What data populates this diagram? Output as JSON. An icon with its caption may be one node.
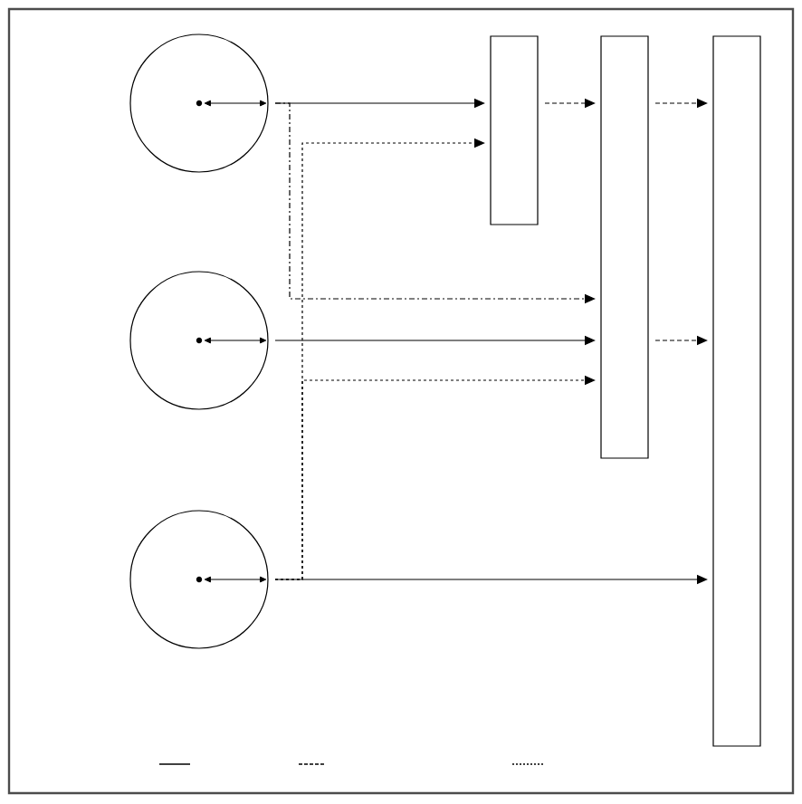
{
  "diagram": {
    "nodes": [
      {
        "text": [],
        "shape": "circle"
      },
      {
        "text": [],
        "shape": "circle"
      },
      {
        "text": [],
        "shape": "circle"
      },
      {
        "text": [],
        "shape": "box"
      },
      {
        "text": [],
        "shape": "box"
      },
      {
        "text": [],
        "shape": "box"
      }
    ],
    "edges": [
      {
        "from": 0,
        "to": 3,
        "arrow": "to"
      },
      {
        "from": 0,
        "to": 4,
        "arrow": "to",
        "style": "dashed"
      },
      {
        "from": 1,
        "to": 4,
        "arrow": "to"
      },
      {
        "from": 2,
        "to": 3,
        "arrow": "to",
        "style": "dashed"
      },
      {
        "from": 2,
        "to": 4,
        "arrow": "to",
        "style": "dashed"
      },
      {
        "from": 2,
        "to": 5,
        "arrow": "to"
      },
      {
        "from": 3,
        "to": 4,
        "arrow": "to",
        "style": "dashed"
      },
      {
        "from": 4,
        "to": 5,
        "arrow": "to",
        "style": "dashed"
      },
      {
        "from": 4,
        "to": 5,
        "arrow": "to",
        "style": "dashed"
      }
    ]
  }
}
